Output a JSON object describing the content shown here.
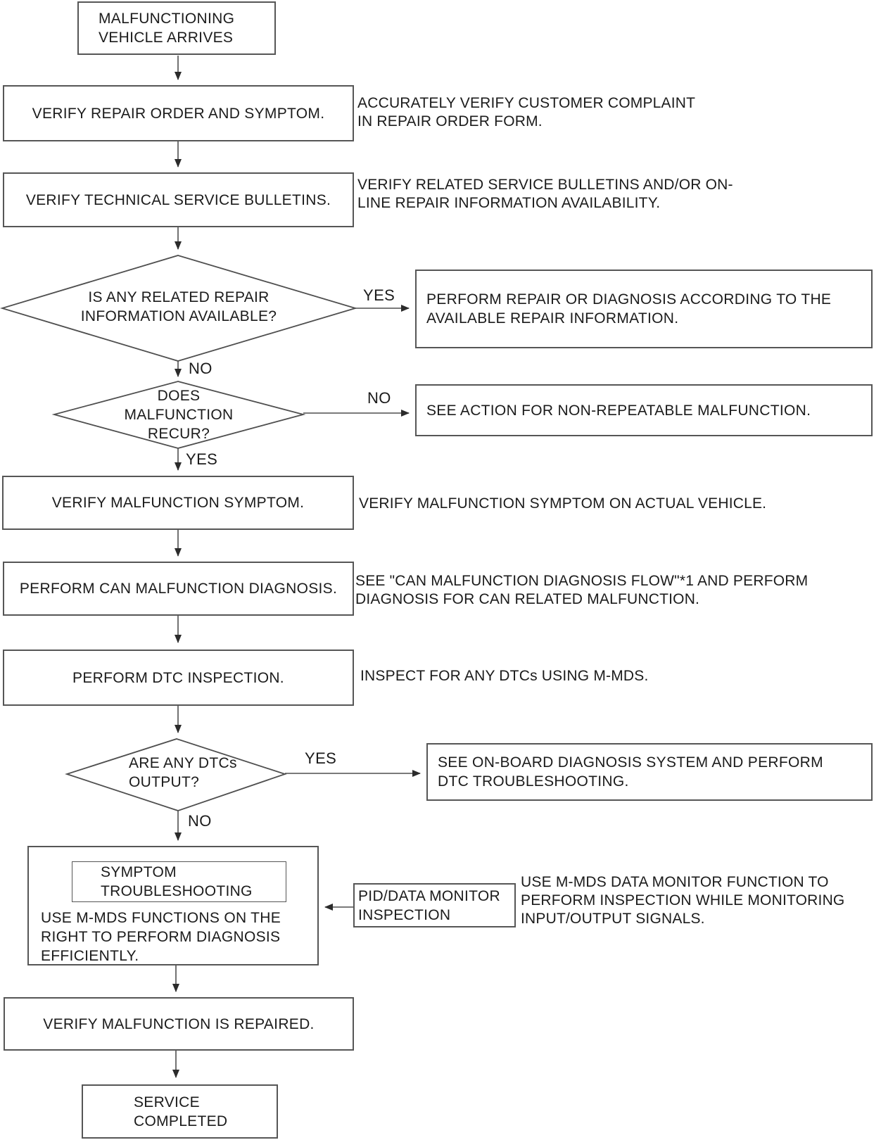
{
  "nodes": {
    "start": {
      "label": "MALFUNCTIONING\nVEHICLE ARRIVES"
    },
    "verify_repair_order": {
      "label": "VERIFY REPAIR ORDER AND SYMPTOM."
    },
    "verify_tsb": {
      "label": "VERIFY TECHNICAL SERVICE BULLETINS."
    },
    "decision_repair_info": {
      "label": "IS ANY RELATED REPAIR\nINFORMATION AVAILABLE?"
    },
    "perform_repair": {
      "label": "PERFORM REPAIR OR DIAGNOSIS ACCORDING TO THE\nAVAILABLE REPAIR INFORMATION."
    },
    "decision_recur": {
      "label": "DOES\nMALFUNCTION\nRECUR?"
    },
    "see_action": {
      "label": "SEE ACTION FOR NON-REPEATABLE MALFUNCTION."
    },
    "verify_symptom": {
      "label": "VERIFY MALFUNCTION SYMPTOM."
    },
    "can_diagnosis": {
      "label": "PERFORM CAN MALFUNCTION DIAGNOSIS."
    },
    "dtc_inspection": {
      "label": "PERFORM DTC INSPECTION."
    },
    "decision_dtcs": {
      "label": "ARE ANY DTCs\nOUTPUT?"
    },
    "see_obd": {
      "label": "SEE ON-BOARD DIAGNOSIS SYSTEM AND PERFORM\nDTC TROUBLESHOOTING."
    },
    "symptom_troubleshooting": {
      "title": "SYMPTOM\nTROUBLESHOOTING",
      "body": "USE M-MDS FUNCTIONS ON THE\nRIGHT TO PERFORM DIAGNOSIS\nEFFICIENTLY."
    },
    "pid_monitor": {
      "label": "PID/DATA MONITOR\nINSPECTION"
    },
    "verify_repaired": {
      "label": "VERIFY MALFUNCTION IS REPAIRED."
    },
    "service_completed": {
      "label": "SERVICE\nCOMPLETED"
    }
  },
  "annotations": {
    "verify_repair_order": "ACCURATELY VERIFY CUSTOMER COMPLAINT\nIN REPAIR ORDER FORM.",
    "verify_tsb": "VERIFY RELATED SERVICE BULLETINS AND/OR ON-\nLINE REPAIR INFORMATION AVAILABILITY.",
    "verify_symptom": "VERIFY MALFUNCTION SYMPTOM ON ACTUAL VEHICLE.",
    "can_diagnosis": "SEE \"CAN MALFUNCTION DIAGNOSIS FLOW\"*1 AND PERFORM\nDIAGNOSIS FOR CAN RELATED MALFUNCTION.",
    "dtc_inspection": "INSPECT FOR ANY DTCs USING M-MDS.",
    "pid_monitor": "USE M-MDS DATA MONITOR FUNCTION TO\nPERFORM INSPECTION WHILE MONITORING\nINPUT/OUTPUT SIGNALS."
  },
  "edge_labels": {
    "repair_info_yes": "YES",
    "repair_info_no": "NO",
    "recur_no": "NO",
    "recur_yes": "YES",
    "dtcs_yes": "YES",
    "dtcs_no": "NO"
  },
  "colors": {
    "line": "#4f4f4f",
    "arrowhead": "#2b2b2b",
    "text": "#1b1b1b",
    "background": "#ffffff"
  }
}
